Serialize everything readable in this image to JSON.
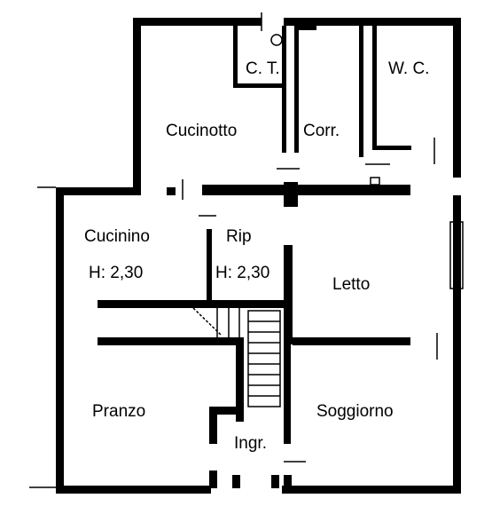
{
  "rooms": {
    "ct": "C. T.",
    "wc": "W. C.",
    "cucinotto": "Cucinotto",
    "corr": "Corr.",
    "cucinino": "Cucinino",
    "cucinino_height": "H: 2,30",
    "rip": "Rip",
    "rip_height": "H: 2,30",
    "letto": "Letto",
    "pranzo": "Pranzo",
    "soggiorno": "Soggiorno",
    "ingr": "Ingr."
  }
}
